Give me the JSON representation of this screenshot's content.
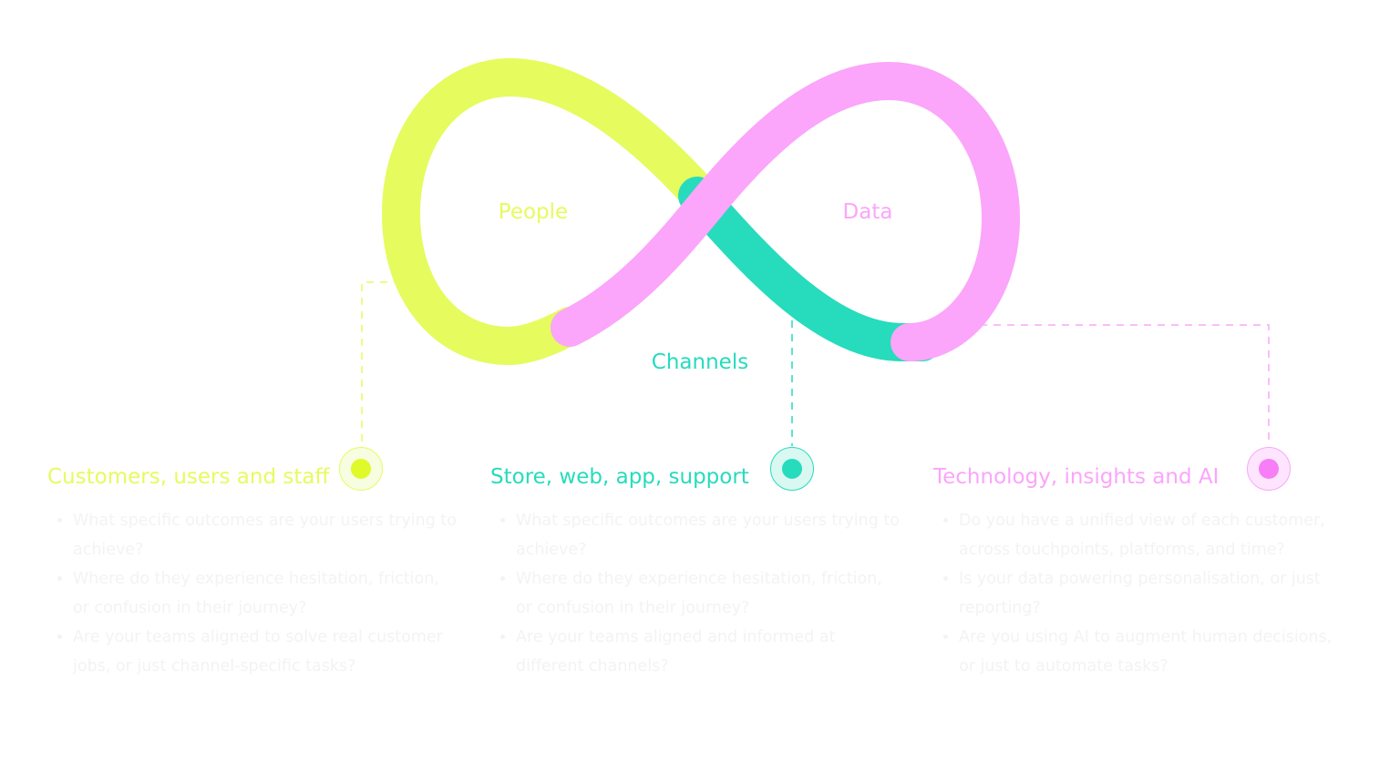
{
  "colors": {
    "people": "#e6fb5e",
    "channels": "#27dbbd",
    "data": "#fba5fb",
    "body_text": "#f3f3f3"
  },
  "loop_labels": {
    "people": "People",
    "data": "Data",
    "channels": "Channels"
  },
  "columns": [
    {
      "title": "Customers, users and staff",
      "bullets": [
        "What specific outcomes are your users trying to achieve?",
        "Where do they  experience hesitation, friction, or confusion in their journey?",
        "Are your teams aligned to solve real customer jobs, or just channel-specific tasks?"
      ]
    },
    {
      "title": "Store, web, app, support",
      "bullets": [
        "What specific outcomes are your users trying to achieve?",
        "Where do they  experience hesitation, friction, or confusion in their journey?",
        "Are your teams aligned and informed at different channels?"
      ]
    },
    {
      "title": "Technology, insights and AI",
      "bullets": [
        "Do you have a unified view of each customer, across touchpoints, platforms, and time?",
        "Is your data powering personalisation, or just reporting?",
        "Are you using AI to augment human decisions, or just to automate tasks?"
      ]
    }
  ]
}
